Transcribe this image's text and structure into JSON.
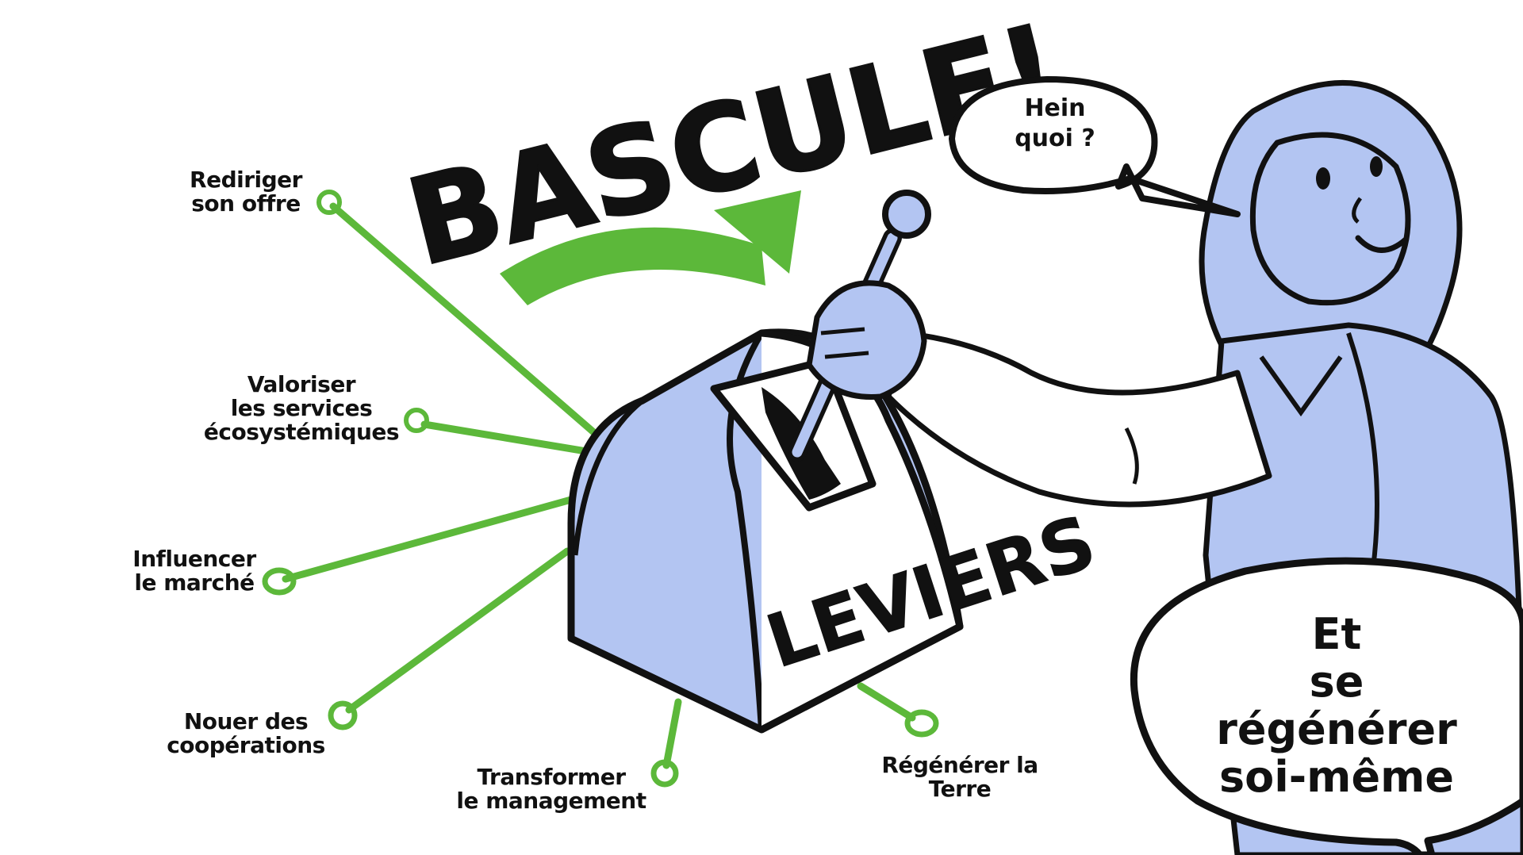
{
  "title": "BASCULE!",
  "machine_label": "LEVIERS",
  "speech_small": [
    "Hein",
    "quoi ?"
  ],
  "speech_large": [
    "Et",
    "se régénérer",
    "soi-même"
  ],
  "levers": [
    {
      "lines": [
        "Rediriger",
        "son offre"
      ]
    },
    {
      "lines": [
        "Valoriser",
        "les services",
        "écosystémiques"
      ]
    },
    {
      "lines": [
        "Influencer",
        "le marché"
      ]
    },
    {
      "lines": [
        "Nouer des",
        "coopérations"
      ]
    },
    {
      "lines": [
        "Transformer",
        "le management"
      ]
    },
    {
      "lines": [
        "Régénérer la",
        "Terre"
      ]
    }
  ],
  "colors": {
    "green": "#5cb83a",
    "blue": "#b3c5f2",
    "ink": "#111111"
  },
  "icons": {
    "arrow": "curved-arrow-icon",
    "machine": "lever-machine-icon",
    "person": "woman-figure-icon"
  }
}
